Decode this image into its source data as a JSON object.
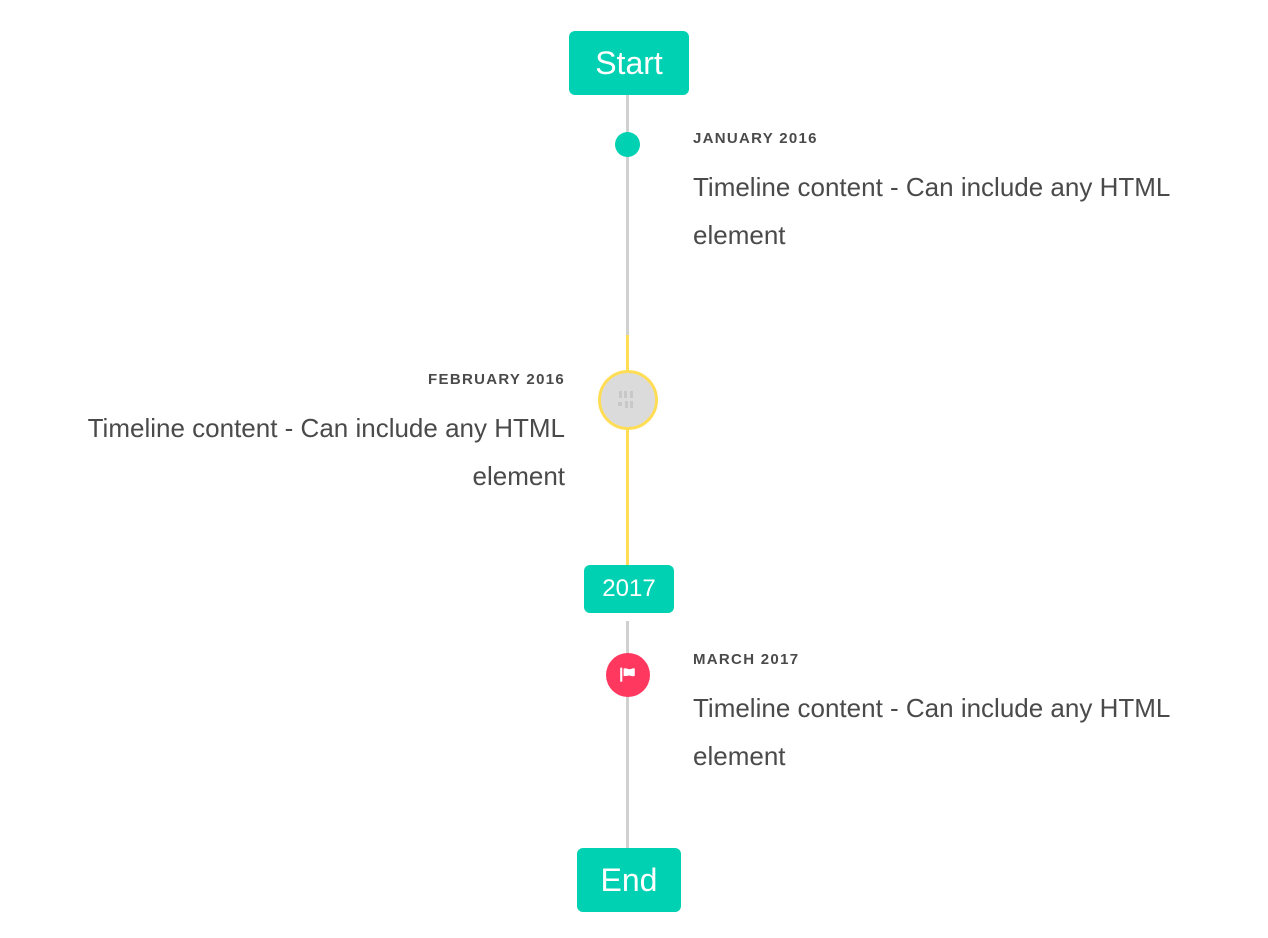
{
  "timeline": {
    "header": {
      "label": "Start",
      "color": "#00d1b2"
    },
    "divider": {
      "label": "2017",
      "color": "#00d1b2"
    },
    "footer": {
      "label": "End",
      "color": "#00d1b2"
    },
    "rail": {
      "default_color": "#d0d0d0",
      "highlight_color": "#ffdd57"
    },
    "items": [
      {
        "date": "JANUARY 2016",
        "content": "Timeline content - Can include any HTML element",
        "side": "right",
        "marker_type": "dot",
        "marker_icon": "dot-marker-icon",
        "marker_color": "#00d1b2"
      },
      {
        "date": "FEBRUARY 2016",
        "content": "Timeline content - Can include any HTML element",
        "side": "left",
        "marker_type": "image",
        "marker_icon": "broken-image-icon",
        "marker_color": "#ffdd57"
      },
      {
        "date": "MARCH 2017",
        "content": "Timeline content - Can include any HTML element",
        "side": "right",
        "marker_type": "icon",
        "marker_icon": "flag-icon",
        "marker_color": "#ff3860"
      }
    ]
  }
}
